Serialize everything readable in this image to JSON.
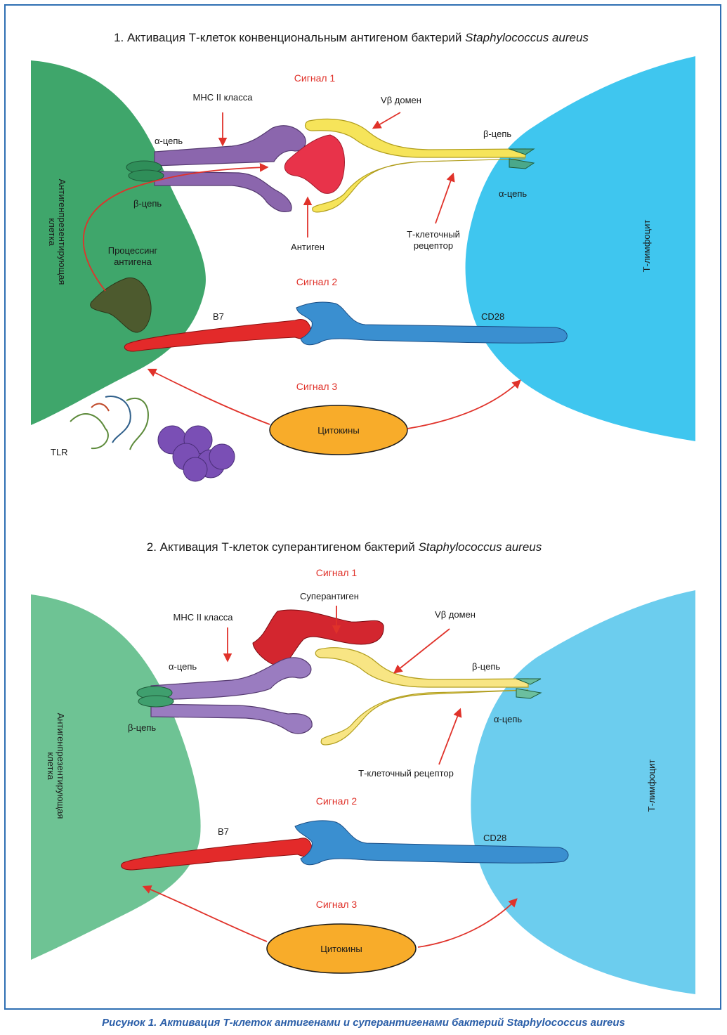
{
  "panel1": {
    "title_prefix": "1. Активация Т-клеток конвенциональным антигеном бактерий ",
    "title_species": "Staphylococcus aureus",
    "signal1": "Сигнал 1",
    "signal2": "Сигнал 2",
    "signal3": "Сигнал 3",
    "mhc": "МНС II класса",
    "alpha_chain": "α-цепь",
    "beta_chain": "β-цепь",
    "vbeta": "Vβ домен",
    "tcr_beta": "β-цепь",
    "tcr_alpha": "α-цепь",
    "tcr_line1": "Т-клеточный",
    "tcr_line2": "рецептор",
    "antigen": "Антиген",
    "processing_line1": "Процессинг",
    "processing_line2": "антигена",
    "apc_line1": "Антигенпрезентирующая",
    "apc_line2": "клетка",
    "tcell": "Т-лимфоцит",
    "b7": "B7",
    "cd28": "CD28",
    "cytokines": "Цитокины",
    "tlr": "TLR"
  },
  "panel2": {
    "title_prefix": "2. Активация Т-клеток суперантигеном бактерий ",
    "title_species": "Staphylococcus aureus",
    "signal1": "Сигнал 1",
    "signal2": "Сигнал 2",
    "signal3": "Сигнал 3",
    "superantigen": "Суперантиген",
    "mhc": "МНС II класса",
    "alpha_chain": "α-цепь",
    "beta_chain": "β-цепь",
    "vbeta": "Vβ домен",
    "tcr_beta": "β-цепь",
    "tcr_alpha": "α-цепь",
    "tcr": "Т-клеточный рецептор",
    "apc_line1": "Антигенпрезентирующая",
    "apc_line2": "клетка",
    "tcell": "Т-лимфоцит",
    "b7": "B7",
    "cd28": "CD28",
    "cytokines": "Цитокины"
  },
  "caption": "Рисунок 1. Активация Т-клеток антигенами и суперантигенами бактерий Staphylococcus aureus",
  "colors": {
    "apc1": "#3fa66b",
    "apc2": "#6ec394",
    "tcell1": "#3fc6ef",
    "tcell2": "#6ccdee",
    "mhc": "#8b66ad",
    "tcr": "#f6e45a",
    "antigen": "#e8334a",
    "superantigen": "#d3262f",
    "b7": "#e32a2a",
    "cd28": "#3a8fd0",
    "cytokines": "#f8ac2a",
    "arrow": "#e0322a",
    "caption": "#2a5ea8"
  }
}
